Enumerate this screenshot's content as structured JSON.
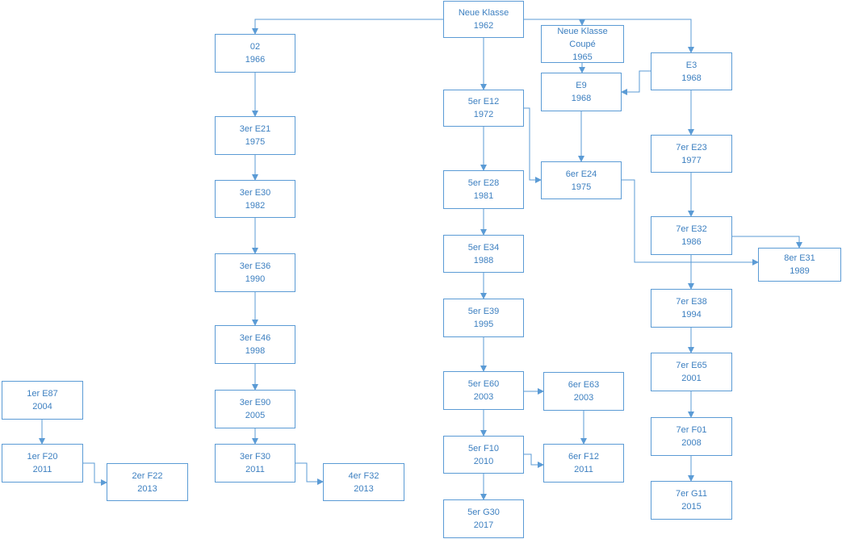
{
  "diagram": {
    "colors": {
      "line": "#5b9bd5",
      "text": "#3c7fc0",
      "background": "#ffffff"
    },
    "nodes": [
      {
        "id": "neue-klasse",
        "lines": [
          "Neue Klasse",
          "1962"
        ]
      },
      {
        "id": "02",
        "lines": [
          "02",
          "1966"
        ]
      },
      {
        "id": "neue-klasse-coupe",
        "lines": [
          "Neue Klasse",
          "Coupé",
          "1965"
        ]
      },
      {
        "id": "e3",
        "lines": [
          "E3",
          "1968"
        ]
      },
      {
        "id": "e9",
        "lines": [
          "E9",
          "1968"
        ]
      },
      {
        "id": "e12",
        "lines": [
          "5er E12",
          "1972"
        ]
      },
      {
        "id": "e21",
        "lines": [
          "3er E21",
          "1975"
        ]
      },
      {
        "id": "e23",
        "lines": [
          "7er E23",
          "1977"
        ]
      },
      {
        "id": "e24",
        "lines": [
          "6er E24",
          "1975"
        ]
      },
      {
        "id": "e28",
        "lines": [
          "5er E28",
          "1981"
        ]
      },
      {
        "id": "e30",
        "lines": [
          "3er E30",
          "1982"
        ]
      },
      {
        "id": "e32",
        "lines": [
          "7er E32",
          "1986"
        ]
      },
      {
        "id": "e31",
        "lines": [
          "8er E31",
          "1989"
        ]
      },
      {
        "id": "e34",
        "lines": [
          "5er E34",
          "1988"
        ]
      },
      {
        "id": "e36",
        "lines": [
          "3er E36",
          "1990"
        ]
      },
      {
        "id": "e38",
        "lines": [
          "7er E38",
          "1994"
        ]
      },
      {
        "id": "e39",
        "lines": [
          "5er E39",
          "1995"
        ]
      },
      {
        "id": "e46",
        "lines": [
          "3er E46",
          "1998"
        ]
      },
      {
        "id": "e65",
        "lines": [
          "7er E65",
          "2001"
        ]
      },
      {
        "id": "e87",
        "lines": [
          "1er E87",
          "2004"
        ]
      },
      {
        "id": "e60",
        "lines": [
          "5er E60",
          "2003"
        ]
      },
      {
        "id": "e63",
        "lines": [
          "6er E63",
          "2003"
        ]
      },
      {
        "id": "e90",
        "lines": [
          "3er E90",
          "2005"
        ]
      },
      {
        "id": "f01",
        "lines": [
          "7er F01",
          "2008"
        ]
      },
      {
        "id": "f20",
        "lines": [
          "1er F20",
          "2011"
        ]
      },
      {
        "id": "f22",
        "lines": [
          "2er F22",
          "2013"
        ]
      },
      {
        "id": "f30",
        "lines": [
          "3er F30",
          "2011"
        ]
      },
      {
        "id": "f32",
        "lines": [
          "4er F32",
          "2013"
        ]
      },
      {
        "id": "f10",
        "lines": [
          "5er F10",
          "2010"
        ]
      },
      {
        "id": "f12",
        "lines": [
          "6er F12",
          "2011"
        ]
      },
      {
        "id": "g30",
        "lines": [
          "5er G30",
          "2017"
        ]
      },
      {
        "id": "g11",
        "lines": [
          "7er G11",
          "2015"
        ]
      }
    ],
    "edges": [
      [
        "neue-klasse",
        "02"
      ],
      [
        "neue-klasse",
        "neue-klasse-coupe"
      ],
      [
        "neue-klasse",
        "e3"
      ],
      [
        "neue-klasse",
        "e12"
      ],
      [
        "neue-klasse-coupe",
        "e9"
      ],
      [
        "e3",
        "e9"
      ],
      [
        "e3",
        "e23"
      ],
      [
        "02",
        "e21"
      ],
      [
        "e21",
        "e30"
      ],
      [
        "e30",
        "e36"
      ],
      [
        "e36",
        "e46"
      ],
      [
        "e46",
        "e90"
      ],
      [
        "e90",
        "f30"
      ],
      [
        "f30",
        "f32"
      ],
      [
        "e12",
        "e28"
      ],
      [
        "e12",
        "e24"
      ],
      [
        "e9",
        "e24"
      ],
      [
        "e24",
        "e31"
      ],
      [
        "e28",
        "e34"
      ],
      [
        "e34",
        "e39"
      ],
      [
        "e39",
        "e60"
      ],
      [
        "e60",
        "e63"
      ],
      [
        "e60",
        "f10"
      ],
      [
        "e63",
        "f12"
      ],
      [
        "f10",
        "f12"
      ],
      [
        "f10",
        "g30"
      ],
      [
        "e23",
        "e32"
      ],
      [
        "e32",
        "e31"
      ],
      [
        "e32",
        "e38"
      ],
      [
        "e38",
        "e65"
      ],
      [
        "e65",
        "f01"
      ],
      [
        "f01",
        "g11"
      ],
      [
        "e87",
        "f20"
      ],
      [
        "f20",
        "f22"
      ]
    ]
  }
}
